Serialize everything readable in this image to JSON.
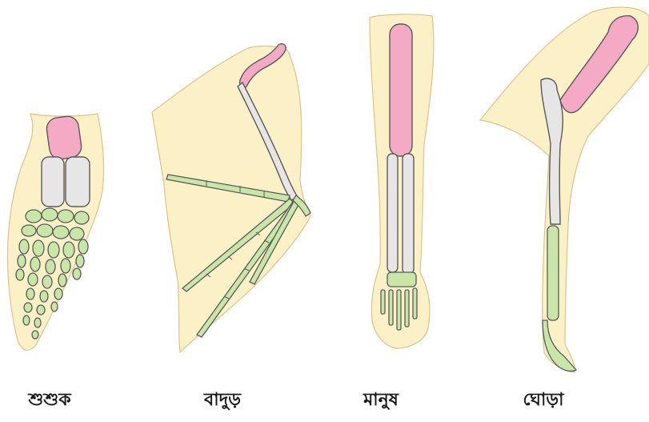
{
  "colors": {
    "skin": "#fbf0c6",
    "humerus": "#f4a9c4",
    "radius_ulna": "#e6e6e6",
    "digits": "#c8e6a8"
  },
  "labels": [
    {
      "id": "whale",
      "text": "শুশুক"
    },
    {
      "id": "bat",
      "text": "বাদুড়"
    },
    {
      "id": "human",
      "text": "মানুষ"
    },
    {
      "id": "horse",
      "text": "ঘোড়া"
    }
  ]
}
